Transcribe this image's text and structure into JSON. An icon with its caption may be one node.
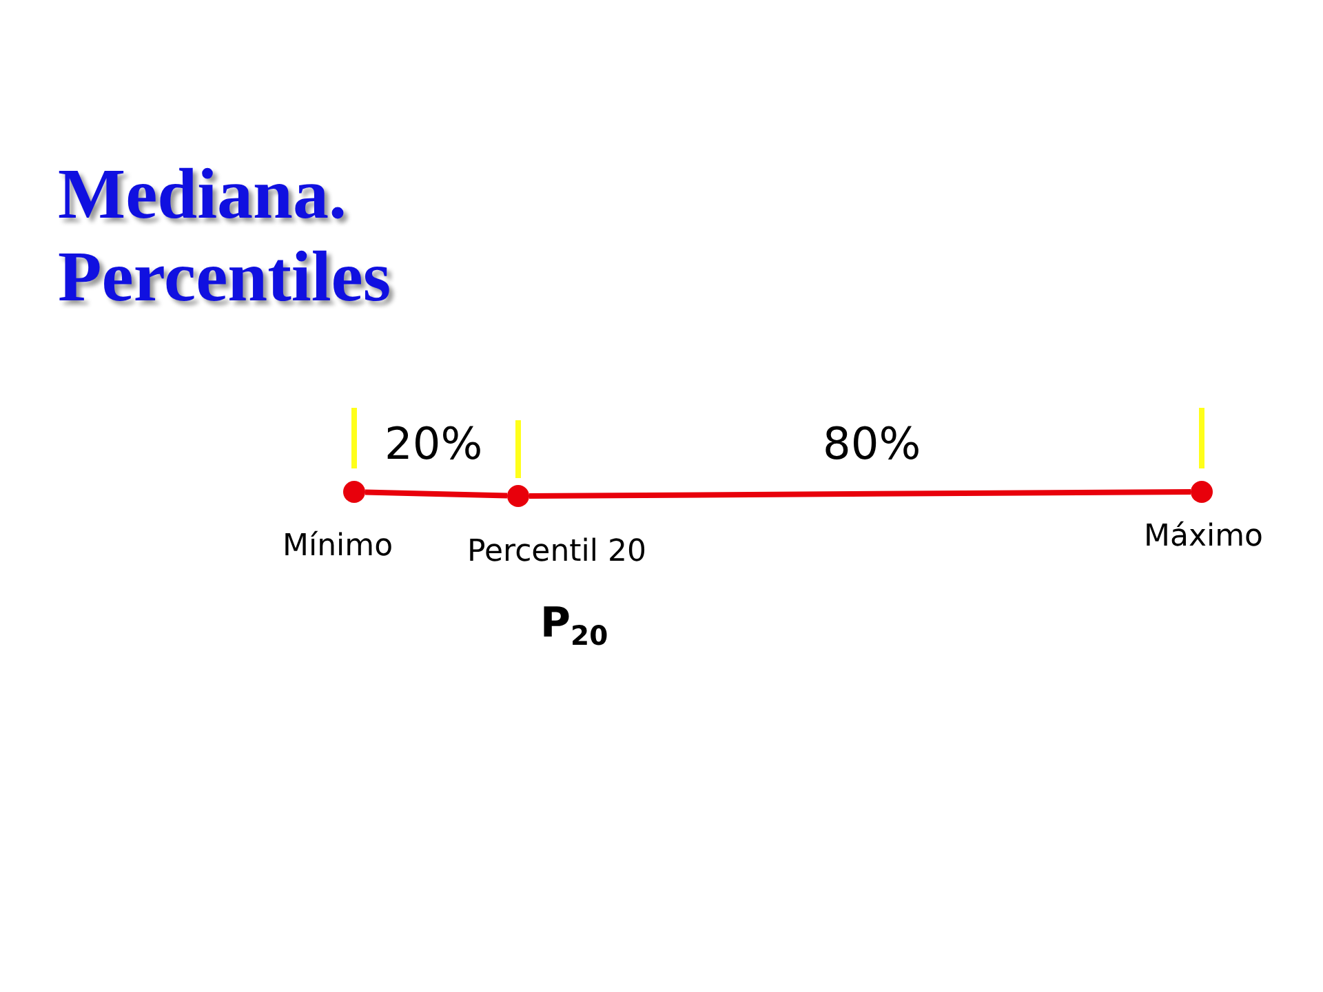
{
  "diagram": {
    "title": "Mediana. Percentiles",
    "nodes": [
      {
        "text": [],
        "shape": "circle",
        "beside": [
          "Mínimo"
        ]
      },
      {
        "text": [],
        "shape": "circle",
        "beside": [
          "Percentil 20",
          "P$_{20}$"
        ]
      },
      {
        "text": [],
        "shape": "circle",
        "beside": [
          "Máximo"
        ]
      }
    ],
    "edges": [
      {
        "from": 0,
        "to": 1,
        "arrow": "none"
      },
      {
        "from": 1,
        "to": 2,
        "arrow": "none"
      }
    ],
    "labels": [
      "20%",
      "80%"
    ]
  }
}
